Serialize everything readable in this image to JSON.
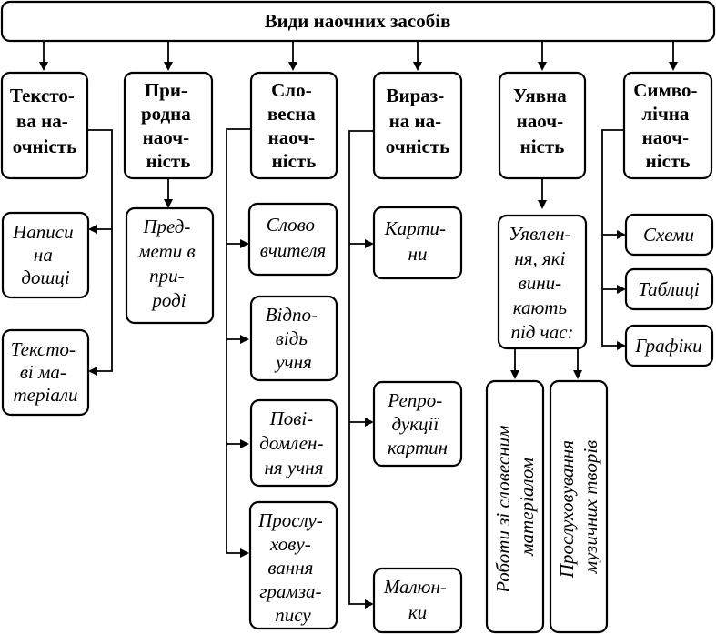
{
  "title": "Види наочних засобів",
  "categories": [
    {
      "id": "textova",
      "lines": [
        "Тексто-",
        "ва на-",
        "очність"
      ],
      "children": [
        {
          "id": "napysy",
          "lines": [
            "Написи",
            "на",
            "дошці"
          ]
        },
        {
          "id": "tekstovi-materialy",
          "lines": [
            "Тексто-",
            "ві ма-",
            "теріали"
          ]
        }
      ]
    },
    {
      "id": "pryrodna",
      "lines": [
        "При-",
        "родна",
        "наоч-",
        "ність"
      ],
      "children": [
        {
          "id": "predmety",
          "lines": [
            "Пред-",
            "мети в",
            "при-",
            "роді"
          ]
        }
      ]
    },
    {
      "id": "slovesna",
      "lines": [
        "Сло-",
        "весна",
        "наоч-",
        "ність"
      ],
      "children": [
        {
          "id": "slovo-vchytelia",
          "lines": [
            "Слово",
            "вчителя"
          ]
        },
        {
          "id": "vidpovid-uchnia",
          "lines": [
            "Відпо-",
            "відь",
            "учня"
          ]
        },
        {
          "id": "povidomlennia-uchnia",
          "lines": [
            "Пові-",
            "домлен-",
            "ня учня"
          ]
        },
        {
          "id": "proslukhovuvannia-gramzapysu",
          "lines": [
            "Прослу-",
            "хову-",
            "вання",
            "грамза-",
            "пису"
          ]
        }
      ]
    },
    {
      "id": "vyrazna",
      "lines": [
        "Вираз-",
        "на на-",
        "очність"
      ],
      "children": [
        {
          "id": "kartyny",
          "lines": [
            "Карти-",
            "ни"
          ]
        },
        {
          "id": "reproduktsii",
          "lines": [
            "Репро-",
            "дукції",
            "картин"
          ]
        },
        {
          "id": "maliunky",
          "lines": [
            "Малюн-",
            "ки"
          ]
        }
      ]
    },
    {
      "id": "uiavna",
      "lines": [
        "Уявна",
        "наоч-",
        "ність"
      ],
      "children": [
        {
          "id": "uiavlennia",
          "lines": [
            "Уявлен-",
            "ня, які",
            "вини-",
            "кають",
            "під час:"
          ],
          "children": [
            {
              "id": "roboty",
              "lines": [
                "Роботи зі словесним",
                "матеріалом"
              ]
            },
            {
              "id": "proslukhovuvannia-tvoriv",
              "lines": [
                "Прослуховування",
                "музичних творів"
              ]
            }
          ]
        }
      ]
    },
    {
      "id": "symvolichna",
      "lines": [
        "Симво-",
        "лічна",
        "наоч-",
        "ність"
      ],
      "children": [
        {
          "id": "skhemy",
          "lines": [
            "Схеми"
          ]
        },
        {
          "id": "tablytsi",
          "lines": [
            "Таблиці"
          ]
        },
        {
          "id": "hrafiky",
          "lines": [
            "Графіки"
          ]
        }
      ]
    }
  ]
}
